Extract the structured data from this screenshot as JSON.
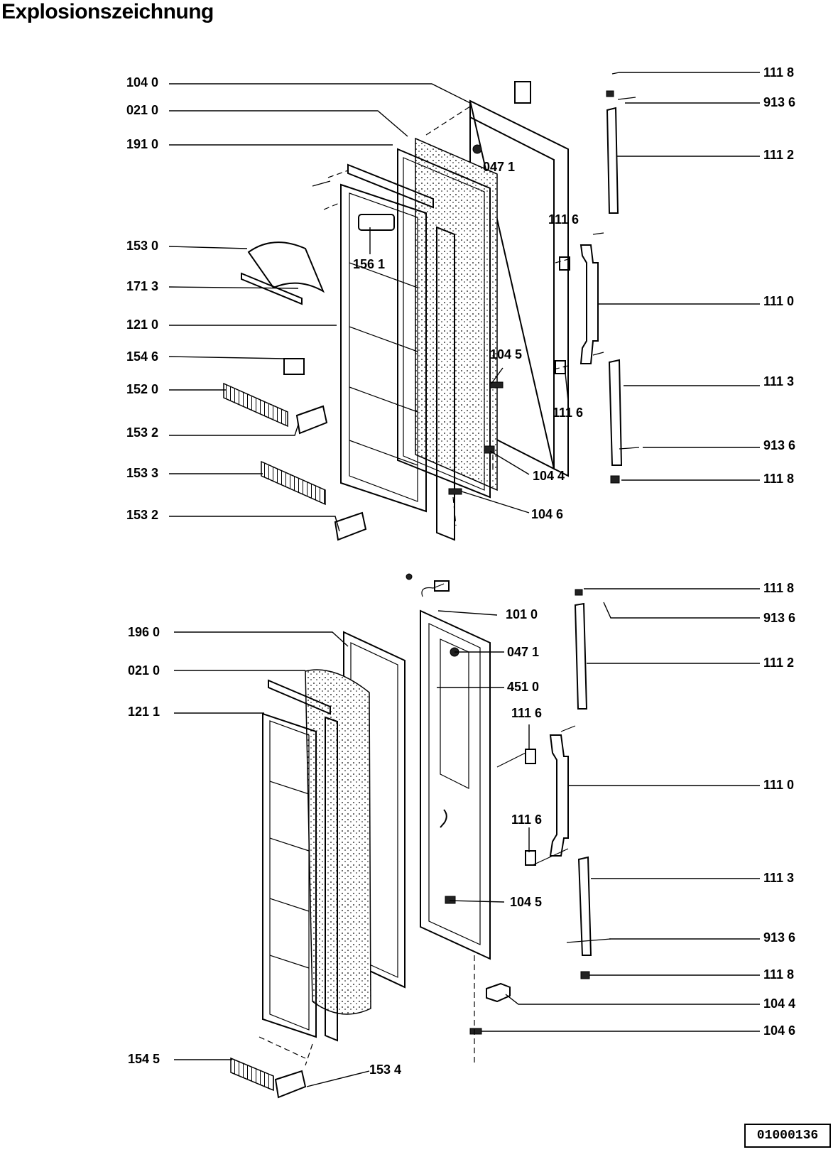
{
  "title": "Explosionszeichnung",
  "drawing_number": "01000136",
  "upper_door": {
    "labels_left": [
      "104 0",
      "021 0",
      "191 0",
      "153 0",
      "171 3",
      "121 0",
      "154 6",
      "152 0",
      "153 2",
      "153 3",
      "153 2"
    ],
    "labels_inner": [
      "156 1",
      "047 1",
      "111 6",
      "104 5",
      "111 6",
      "104 4",
      "104 6"
    ],
    "labels_right": [
      "111 8",
      "913 6",
      "111 2",
      "111 0",
      "111 3",
      "913 6",
      "111 8"
    ]
  },
  "lower_door": {
    "labels_left": [
      "196 0",
      "021 0",
      "121 1",
      "154 5",
      "153 4"
    ],
    "labels_inner": [
      "101 0",
      "047 1",
      "451 0",
      "111 6",
      "111 6",
      "104 5"
    ],
    "labels_right": [
      "111 8",
      "913 6",
      "111 2",
      "111 0",
      "111 3",
      "913 6",
      "111 8",
      "104 4",
      "104 6"
    ]
  }
}
